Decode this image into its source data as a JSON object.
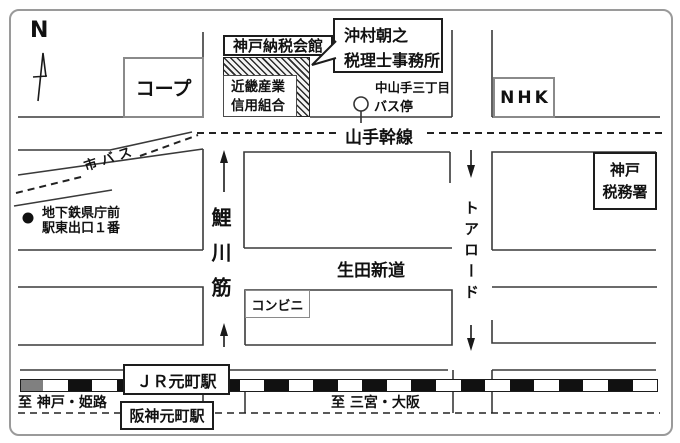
{
  "map": {
    "compass": {
      "label": "N"
    },
    "buildings": {
      "coop": "コープ",
      "nozei_kaikan": "神戸納税会館",
      "kinki_line1": "近畿産業",
      "kinki_line2": "信用組合",
      "office_line1": "沖村朝之",
      "office_line2": "税理士事務所",
      "nhk": "NHK",
      "tax_office_line1": "神戸",
      "tax_office_line2": "税務署",
      "conbini": "コンビニ"
    },
    "roads": {
      "yamate": "山手幹線",
      "koikawa": "鯉川筋",
      "ikuta": "生田新道",
      "tor_road": "トアロード",
      "city_bus": "市バス"
    },
    "transit": {
      "bus_area": "中山手三丁目",
      "bus_stop": "バス停",
      "subway_line1": "地下鉄県庁前",
      "subway_line2": "駅東出口１番",
      "jr_station": "ＪＲ元町駅",
      "hanshin_station": "阪神元町駅",
      "to_west": "至 神戸・姫路",
      "to_east": "至 三宮・大阪"
    },
    "colors": {
      "line": "#333333",
      "dash": "#222222",
      "box_gray": "#8a8a8a",
      "box_black": "#1d1d1d",
      "rail_gray": "#808080",
      "rail_black": "#111111"
    }
  }
}
